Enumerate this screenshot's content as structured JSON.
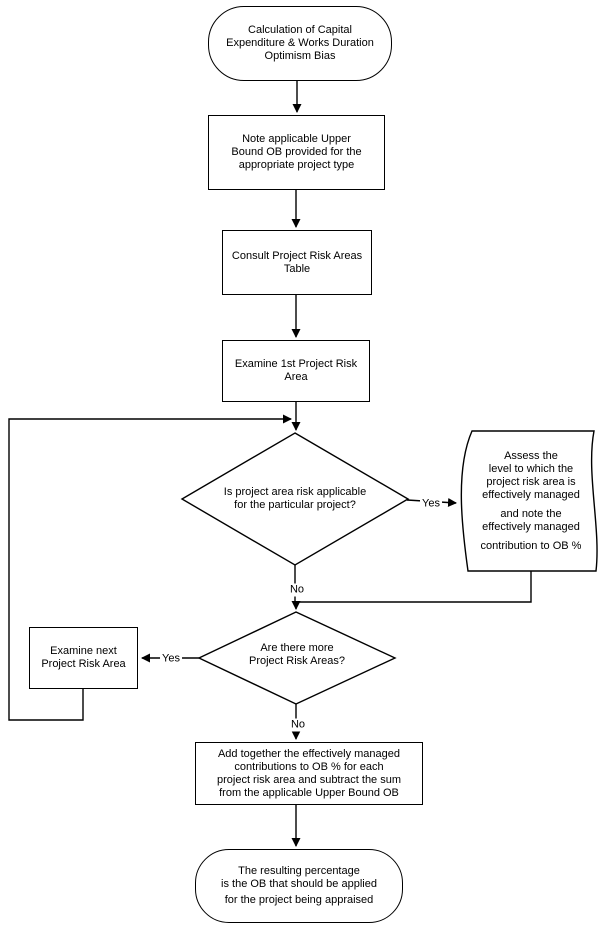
{
  "diagram": {
    "type": "flowchart",
    "colors": {
      "line": "#000000",
      "text": "#000000",
      "background": "#ffffff"
    }
  },
  "nodes": {
    "start": {
      "shape": "terminator",
      "lines": [
        "Calculation of Capital",
        "Expenditure & Works Duration",
        "Optimism Bias"
      ]
    },
    "note_ob": {
      "shape": "process",
      "lines": [
        "Note applicable Upper",
        "Bound OB provided for the",
        "appropriate project type"
      ]
    },
    "consult_table": {
      "shape": "process",
      "lines": [
        "Consult Project Risk Areas",
        "Table"
      ]
    },
    "examine_first": {
      "shape": "process",
      "lines": [
        "Examine 1st Project Risk",
        "Area"
      ]
    },
    "risk_applicable": {
      "shape": "decision",
      "lines": [
        "Is project area risk applicable",
        "for the particular project?"
      ]
    },
    "assess": {
      "shape": "display",
      "lines": [
        "Assess the",
        "level to which the",
        "project risk area is",
        "effectively managed",
        "and note the",
        "effectively managed",
        "contribution to OB %"
      ]
    },
    "more_areas": {
      "shape": "decision",
      "lines": [
        "Are there more",
        "Project Risk Areas?"
      ]
    },
    "examine_next": {
      "shape": "process",
      "lines": [
        "Examine next",
        "Project Risk Area"
      ]
    },
    "add_together": {
      "shape": "process",
      "lines": [
        "Add together the effectively managed",
        "contributions to OB % for each",
        "project risk area and subtract the sum",
        "from the applicable Upper Bound OB"
      ]
    },
    "result": {
      "shape": "terminator",
      "lines": [
        "The resulting percentage",
        "is the OB that should be applied",
        "for the project being appraised"
      ]
    }
  },
  "edge_labels": {
    "risk_applicable_yes": "Yes",
    "risk_applicable_no": "No",
    "more_areas_yes": "Yes",
    "more_areas_no": "No"
  }
}
